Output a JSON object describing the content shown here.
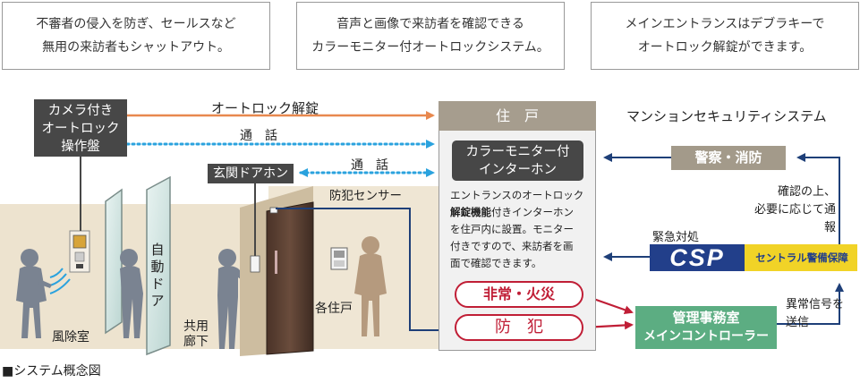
{
  "top_boxes": [
    {
      "line1": "不審者の侵入を防ぎ、セールスなど",
      "line2": "無用の来訪者もシャットアウト。"
    },
    {
      "line1": "音声と画像で来訪者を確認できる",
      "line2": "カラーモニター付オートロックシステム。"
    },
    {
      "line1": "メインエントランスはデブラキーで",
      "line2": "オートロック解錠ができます。"
    }
  ],
  "camera_panel": {
    "line1": "カメラ付き",
    "line2": "オートロック",
    "line3": "操作盤"
  },
  "arrows": {
    "autolock": "オートロック解錠",
    "call1": "通　話",
    "call2": "通　話"
  },
  "door_phone": "玄関ドアホン",
  "sensor_label": "防犯センサー",
  "places": {
    "windbreak": "風除室",
    "auto_door": [
      "自",
      "動",
      "ド",
      "ア"
    ],
    "corridor_line1": "共用",
    "corridor_line2": "廊下",
    "each_unit": "各住戸"
  },
  "dwelling": {
    "header": "住　戸",
    "monitor_line1": "カラーモニター付",
    "monitor_line2": "インターホン",
    "desc_lines": [
      {
        "pre": "エントランスのオートロック",
        "bold": "",
        "post": ""
      },
      {
        "pre": "",
        "bold": "解錠機能",
        "post": "付きインターホン"
      },
      {
        "pre": "を住戸内に設置。モニター",
        "bold": "",
        "post": ""
      },
      {
        "pre": "付きですので、来訪者を画",
        "bold": "",
        "post": ""
      },
      {
        "pre": "面で確認できます。",
        "bold": "",
        "post": ""
      }
    ],
    "emergency_fire": "非常・火災",
    "crime_prevention": "防　犯"
  },
  "system_title": "マンションセキュリティシステム",
  "police_fire": "警察・消防",
  "confirm_line1": "確認の上、",
  "confirm_line2": "必要に応じて通報",
  "emergency_response": "緊急対処",
  "csp": {
    "logo": "CSP",
    "company": "セントラル警備保障"
  },
  "abnormal_line1": "異常信号を",
  "abnormal_line2": "送信",
  "management": {
    "line1": "管理事務室",
    "line2": "メインコントローラー"
  },
  "caption": "■システム概念図",
  "colors": {
    "orange": "#e8884e",
    "dotted_blue": "#2aa2de",
    "navy": "#1e3f78",
    "red": "#c01e36",
    "green": "#5cad82",
    "tan": "#a69d8e",
    "dark": "#474747",
    "police": "#a39a8a",
    "csp_yellow": "#f1d327",
    "csp_blue": "#223f8a"
  }
}
